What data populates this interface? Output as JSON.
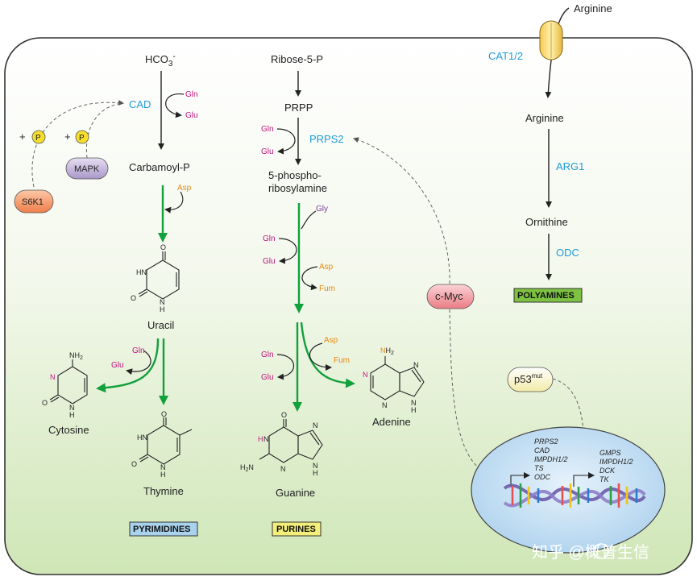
{
  "molecules": {
    "hco3": "HCO",
    "hco3_sub": "3",
    "hco3_sup": "-",
    "carbamoyl_p": "Carbamoyl-P",
    "uracil": "Uracil",
    "cytosine": "Cytosine",
    "thymine": "Thymine",
    "ribose5p": "Ribose-5-P",
    "prpp": "PRPP",
    "phosphoribosylamine_1": "5-phospho-",
    "phosphoribosylamine_2": "ribosylamine",
    "adenine": "Adenine",
    "guanine": "Guanine",
    "arginine_out": "Arginine",
    "arginine_in": "Arginine",
    "ornithine": "Ornithine"
  },
  "enzymes": {
    "cad": "CAD",
    "prps2": "PRPS2",
    "cat12": "CAT1/2",
    "arg1": "ARG1",
    "odc": "ODC"
  },
  "cofactors": {
    "gln": "Gln",
    "glu": "Glu",
    "asp": "Asp",
    "gly": "Gly",
    "fum": "Fum"
  },
  "regulators": {
    "s6k1": "S6K1",
    "mapk": "MAPK",
    "cmyc": "c-Myc",
    "p53": "p53",
    "p53_sup": "mut",
    "plus": "+",
    "phospho": "P"
  },
  "atoms": {
    "N": "N",
    "H": "H",
    "O": "O",
    "HN": "HN",
    "NH2": "NH",
    "NH2_sub": "2",
    "H2N": "H",
    "H2N_sub": "2",
    "H2N_tail": "N"
  },
  "genes": {
    "myc_targets": [
      "PRPS2",
      "CAD",
      "IMPDH1/2",
      "TS",
      "ODC"
    ],
    "p53_targets": [
      "GMPS",
      "IMPDH1/2",
      "DCK",
      "TK"
    ]
  },
  "categories": {
    "pyrimidines": "PYRIMIDINES",
    "purines": "PURINES",
    "polyamines": "POLYAMINES"
  },
  "watermark": "知乎 @概普生信",
  "colors": {
    "enzyme": "#1f9bd7",
    "glutamine": "#c0157f",
    "aspartate": "#e88a12",
    "glycine": "#7a3a9a",
    "green_arrow": "#12a03c",
    "pyrimidines_box": "#a9d2ec",
    "purines_box": "#f4ef7a",
    "polyamines_box": "#7dc242"
  }
}
